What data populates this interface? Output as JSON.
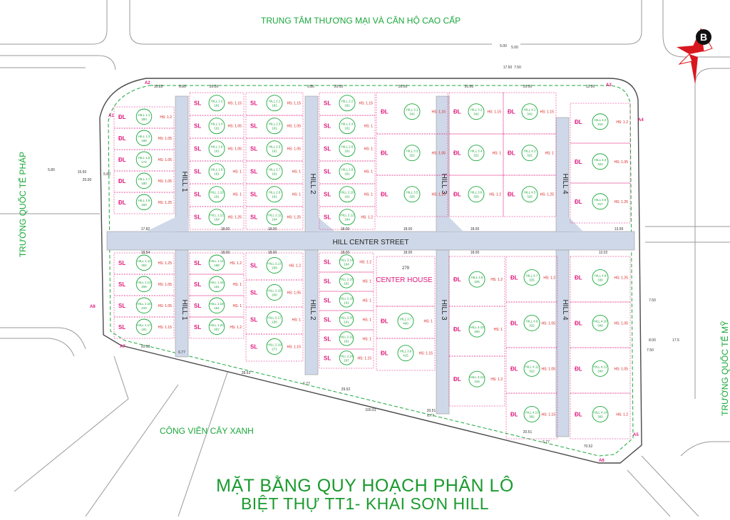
{
  "labels": {
    "top": "TRUNG TÂM THƯƠNG MẠI VÀ CĂN HỘ CAO CẤP",
    "bottom": "CÔNG VIÊN CÂY XANH",
    "left": "TRƯỜNG QUỐC TẾ PHÁP",
    "right": "TRƯỜNG QUỐC TẾ MỸ",
    "center_street": "HILL CENTER STREET",
    "center_house": "CENTER HOUSE",
    "center_house_area": "279"
  },
  "title": {
    "line1": "MẶT BẰNG QUY HOẠCH PHÂN LÔ",
    "line2": "BIỆT THỰ TT1- KHAI SƠN HILL"
  },
  "compass": {
    "letter": "B"
  },
  "corners": [
    "A1",
    "A2",
    "A3",
    "A4",
    "A5",
    "A6",
    "A7",
    "A8"
  ],
  "streets": [
    "HILL 1",
    "HILL 2",
    "HILL 3",
    "HILL 4",
    "HILL 1",
    "HILL 2",
    "HILL 3",
    "HILL 4"
  ],
  "blocks": [
    {
      "type": "ĐL",
      "lots": [
        {
          "id": "HILL 1.1",
          "area": "300",
          "hs": "HS: 1.2"
        },
        {
          "id": "HILL 1.3",
          "area": "188",
          "hs": "HS: 1.05"
        },
        {
          "id": "HILL 1.5",
          "area": "174",
          "hs": "HS: 1.05"
        },
        {
          "id": "HILL 1.7",
          "area": "180",
          "hs": "HS: 1.05"
        },
        {
          "id": "HILL 1.9",
          "area": "183",
          "hs": "HS: 1.25"
        }
      ]
    },
    {
      "type": "SL",
      "lots": [
        {
          "id": "HILL 1.2",
          "area": "181",
          "hs": "HS: 1.15"
        },
        {
          "id": "HILL 1.4",
          "area": "161",
          "hs": "HS: 1.05"
        },
        {
          "id": "HILL 1.6",
          "area": "161",
          "hs": "HS: 1.05"
        },
        {
          "id": "HILL 1.8",
          "area": "161",
          "hs": "HS: 1"
        },
        {
          "id": "HILL 1.10",
          "area": "161",
          "hs": "HS: 1"
        },
        {
          "id": "HILL 1.12",
          "area": "164",
          "hs": "HS: 1.25"
        }
      ]
    },
    {
      "type": "SL",
      "lots": [
        {
          "id": "HILL 2.1",
          "area": "181",
          "hs": "HS: 1.15"
        },
        {
          "id": "HILL 2.3",
          "area": "161",
          "hs": "HS: 1.05"
        },
        {
          "id": "HILL 2.5",
          "area": "161",
          "hs": "HS: 1.05"
        },
        {
          "id": "HILL 2.7",
          "area": "161",
          "hs": "HS: 1"
        },
        {
          "id": "HILL 2.9",
          "area": "161",
          "hs": "HS: 1"
        },
        {
          "id": "HILL 2.11",
          "area": "164",
          "hs": "HS: 1.25"
        }
      ]
    },
    {
      "type": "SL",
      "lots": [
        {
          "id": "HILL 2.2",
          "area": "181",
          "hs": "HS: 1.15"
        },
        {
          "id": "HILL 2.4",
          "area": "161",
          "hs": "HS: 1"
        },
        {
          "id": "HILL 2.6",
          "area": "161",
          "hs": "HS: 1"
        },
        {
          "id": "HILL 2.8",
          "area": "161",
          "hs": "HS: 1"
        },
        {
          "id": "HILL 2.10",
          "area": "161",
          "hs": "HS: 1"
        },
        {
          "id": "HILL 2.12",
          "area": "164",
          "hs": "HS: 1.2"
        }
      ]
    },
    {
      "type": "ĐL",
      "lots": [
        {
          "id": "HILL 3.1",
          "area": "342",
          "hs": "HS: 1.15"
        },
        {
          "id": "HILL 3.3",
          "area": "322",
          "hs": "HS: 1.05"
        },
        {
          "id": "HILL 3.5",
          "area": "325",
          "hs": "HS: 1.25"
        }
      ]
    },
    {
      "type": "ĐL",
      "lots": [
        {
          "id": "HILL 3.2",
          "area": "342",
          "hs": "HS: 1.15"
        },
        {
          "id": "HILL 3.4",
          "area": "322",
          "hs": "HS: 1"
        },
        {
          "id": "HILL 3.6",
          "area": "325",
          "hs": "HS: 1.2"
        }
      ]
    },
    {
      "type": "ĐL",
      "lots": [
        {
          "id": "HILL 4.1",
          "area": "342",
          "hs": "HS: 1.15"
        },
        {
          "id": "HILL 4.3",
          "area": "322",
          "hs": "HS: 1"
        },
        {
          "id": "HILL 4.5",
          "area": "325",
          "hs": "HS: 1.25"
        }
      ]
    },
    {
      "type": "ĐL",
      "lots": [
        {
          "id": "HILL 4.2",
          "area": "310",
          "hs": "HS: 1.2"
        },
        {
          "id": "HILL 4.4",
          "area": "322",
          "hs": "HS: 1.05"
        },
        {
          "id": "HILL 4.6",
          "area": "317",
          "hs": "HS: 1.25"
        }
      ]
    },
    {
      "type": "SL",
      "lots": [
        {
          "id": "HILL 1.11",
          "area": "302",
          "hs": "HS: 1.25"
        },
        {
          "id": "HILL 1.13",
          "area": "206",
          "hs": "HS: 1.05"
        },
        {
          "id": "HILL 1.15",
          "area": "210",
          "hs": "HS: 1.05"
        },
        {
          "id": "HILL 1.17",
          "area": "181",
          "hs": "HS: 1.15"
        }
      ]
    },
    {
      "type": "SL",
      "lots": [
        {
          "id": "HILL 1.14",
          "area": "188",
          "hs": "HS: 1.2"
        },
        {
          "id": "HILL 1.16",
          "area": "161",
          "hs": "HS: 1"
        },
        {
          "id": "HILL 1.18",
          "area": "161",
          "hs": "HS: 1"
        },
        {
          "id": "HILL 1.20",
          "area": "207",
          "hs": "HS: 1.2"
        }
      ]
    },
    {
      "type": "SL",
      "lots": [
        {
          "id": "HILL 2.13",
          "area": "209",
          "hs": "HS: 1.2"
        },
        {
          "id": "HILL 2.15",
          "area": "200",
          "hs": "HS: 1.05"
        },
        {
          "id": "HILL 2.17",
          "area": "190",
          "hs": "HS: 1"
        },
        {
          "id": "HILL 2.19",
          "area": "271",
          "hs": "HS: 1.15"
        }
      ]
    },
    {
      "type": "SL",
      "lots": [
        {
          "id": "HILL 2.14",
          "area": "164",
          "hs": "HS: 1.2"
        },
        {
          "id": "HILL 2.16",
          "area": "161",
          "hs": "HS: 1"
        },
        {
          "id": "HILL 2.18",
          "area": "161",
          "hs": "HS: 1"
        },
        {
          "id": "HILL 2.20",
          "area": "161",
          "hs": "HS: 1"
        },
        {
          "id": "HILL 2.22",
          "area": "161",
          "hs": "HS: 1"
        },
        {
          "id": "HILL 2.24",
          "area": "187",
          "hs": "HS: 1.15"
        }
      ]
    },
    {
      "type": "ĐL",
      "lots": [
        {
          "id": "HILL 3.7",
          "area": "400",
          "hs": "HS: 1"
        },
        {
          "id": "HILL 3.9",
          "area": "415",
          "hs": "HS: 1.15"
        }
      ]
    },
    {
      "type": "ĐL",
      "lots": [
        {
          "id": "HILL 3.8",
          "area": "325",
          "hs": "HS: 1.2"
        },
        {
          "id": "HILL 3.10",
          "area": "400",
          "hs": "HS: 1"
        },
        {
          "id": "HILL 3.12",
          "area": "416",
          "hs": "HS: 1.2"
        }
      ]
    },
    {
      "type": "ĐL",
      "lots": [
        {
          "id": "HILL 4.7",
          "area": "325",
          "hs": "HS: 1.2"
        },
        {
          "id": "HILL 4.9",
          "area": "322",
          "hs": "HS: 1.05"
        },
        {
          "id": "HILL 4.11",
          "area": "322",
          "hs": "HS: 1.05"
        },
        {
          "id": "HILL 4.13",
          "area": "382",
          "hs": "HS: 1.15"
        }
      ]
    },
    {
      "type": "ĐL",
      "lots": [
        {
          "id": "HILL 4.8",
          "area": "330",
          "hs": "HS: 1.25"
        },
        {
          "id": "HILL 4.10",
          "area": "340",
          "hs": "HS: 1.05"
        },
        {
          "id": "HILL 4.12",
          "area": "340",
          "hs": "HS: 1.05"
        },
        {
          "id": "HILL 4.14",
          "area": "360",
          "hs": "HS: 1.2"
        }
      ]
    }
  ],
  "dims_top": [
    "10.85",
    "6.80",
    "20.00",
    "6.80",
    "20.00",
    "20.00",
    "20.00",
    "20.00",
    "12.00"
  ],
  "dims_mid_top": [
    "17.82",
    "18.00",
    "18.00",
    "18.00",
    "18.00",
    "18.00",
    "13.99"
  ],
  "dims_mid_bottom": [
    "18.54",
    "18.00",
    "18.00",
    "18.00",
    "18.00",
    "18.00",
    "12.02"
  ],
  "dims_bottom": [
    "20.18",
    "6.77",
    "6.77",
    "6.77",
    "6.77",
    "20.51",
    "20.51",
    "29.52",
    "28.53",
    "100.01",
    "70.52"
  ],
  "dims_misc": [
    "5.80",
    "15.50",
    "25.00",
    "5.80",
    "7.50",
    "5.00",
    "17.50",
    "7.50",
    "8.00",
    "7.50",
    "17.5",
    "5.00"
  ],
  "colors": {
    "green": "#1aa83a",
    "magenta": "#e0197d",
    "red": "#d62020",
    "road_fill": "#cfd8e8",
    "road_line": "#9a9a9a"
  }
}
